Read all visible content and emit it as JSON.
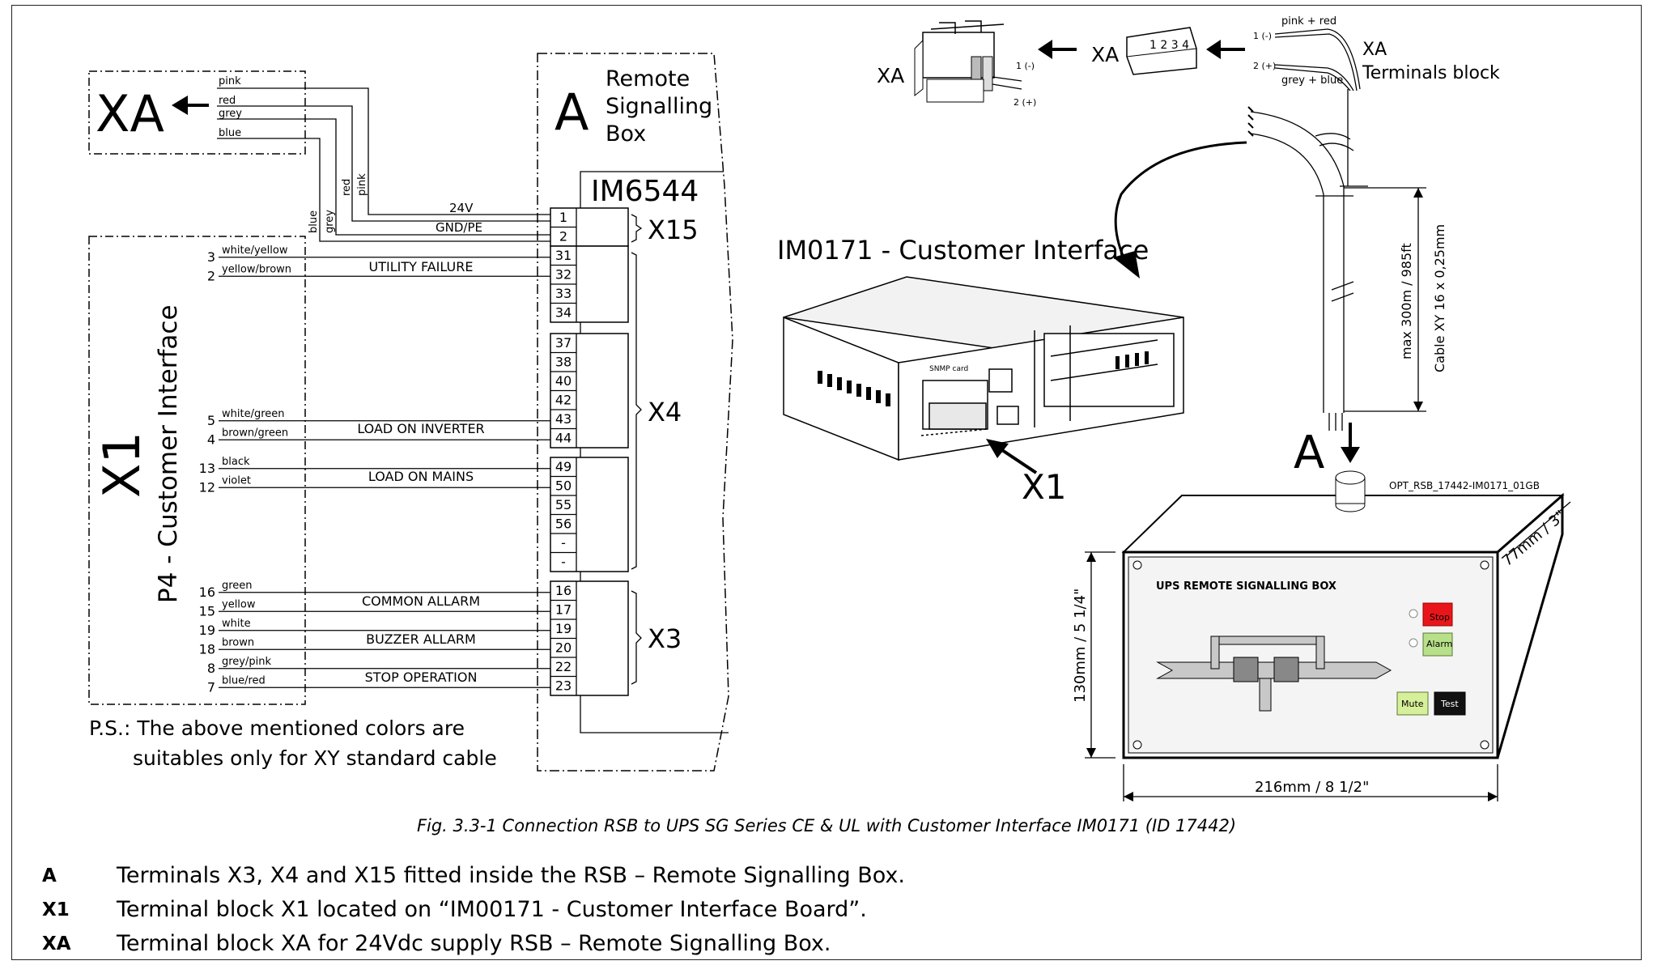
{
  "blocks": {
    "xa_label": "XA",
    "x1_label": "X1",
    "x1_title": "P4 - Customer Interface",
    "a_label": "A",
    "remote_box": [
      "Remote",
      "Signalling",
      "Box"
    ],
    "im6544": "IM6544",
    "x15": "X15",
    "x4": "X4",
    "x3": "X3"
  },
  "xa_wires": [
    "pink",
    "red",
    "grey",
    "blue"
  ],
  "vertical_wire_labels": [
    "red",
    "pink",
    "blue",
    "grey"
  ],
  "power_labels": {
    "v24": "24V",
    "gnd": "GND/PE"
  },
  "terminals": {
    "x15": [
      "1",
      "2"
    ],
    "x4a": [
      "31",
      "32",
      "33",
      "34"
    ],
    "x4b": [
      "37",
      "38",
      "40",
      "42",
      "43",
      "44"
    ],
    "x4c": [
      "49",
      "50",
      "55",
      "56",
      "-",
      "-"
    ],
    "x3": [
      "16",
      "17",
      "19",
      "20",
      "22",
      "23"
    ]
  },
  "x1_wires": [
    {
      "num": "3",
      "color": "white/yellow"
    },
    {
      "num": "2",
      "color": "yellow/brown"
    },
    {
      "num": "5",
      "color": "white/green"
    },
    {
      "num": "4",
      "color": "brown/green"
    },
    {
      "num": "13",
      "color": "black"
    },
    {
      "num": "12",
      "color": "violet"
    },
    {
      "num": "16",
      "color": "green"
    },
    {
      "num": "15",
      "color": "yellow"
    },
    {
      "num": "19",
      "color": "white"
    },
    {
      "num": "18",
      "color": "brown"
    },
    {
      "num": "8",
      "color": "grey/pink"
    },
    {
      "num": "7",
      "color": "blue/red"
    }
  ],
  "signals": [
    "UTILITY FAILURE",
    "LOAD ON INVERTER",
    "LOAD ON MAINS",
    "COMMON ALLARM",
    "BUZZER ALLARM",
    "STOP OPERATION"
  ],
  "ps_note": [
    "P.S.: The above mentioned colors are",
    "suitables only for XY standard cable"
  ],
  "right": {
    "xa1": "XA",
    "xa2": "XA",
    "xa_terminal": [
      "XA",
      "Terminals block"
    ],
    "pin1": "1 (-)",
    "pin2": "2 (+)",
    "pink_red": "pink + red",
    "grey_blue": "grey + blue",
    "plug_nums": "1 2 3 4",
    "im0171": "IM0171 - Customer Interface",
    "x1": "X1",
    "a": "A",
    "snmp": "SNMP card",
    "cable1": "max 300m / 985ft",
    "cable2": "Cable XY 16 x 0,25mm",
    "ref": "OPT_RSB_17442-IM0171_01GB",
    "box_title": "UPS REMOTE SIGNALLING BOX",
    "stop": "Stop",
    "alarm": "Alarm",
    "mute": "Mute",
    "test": "Test",
    "dim_h": "130mm / 5 1/4\"",
    "dim_w": "216mm / 8 1/2\"",
    "dim_d": "77mm / 3\""
  },
  "caption": "Fig. 3.3-1   Connection RSB to UPS SG Series CE & UL with Customer Interface IM0171 (ID 17442)",
  "legend": [
    {
      "key": "A",
      "text": "Terminals X3, X4 and X15 fitted inside the RSB – Remote Signalling Box."
    },
    {
      "key": "X1",
      "text": "Terminal block X1 located on “IM00171 - Customer Interface Board”."
    },
    {
      "key": "XA",
      "text": "Terminal block XA for 24Vdc supply RSB – Remote Signalling Box."
    }
  ],
  "colors": {
    "stop": "#e8161a",
    "alarm": "#b8e08a",
    "mute": "#d6ef9a",
    "test": "#111111",
    "rsb_panel": "#f4f4f4"
  }
}
